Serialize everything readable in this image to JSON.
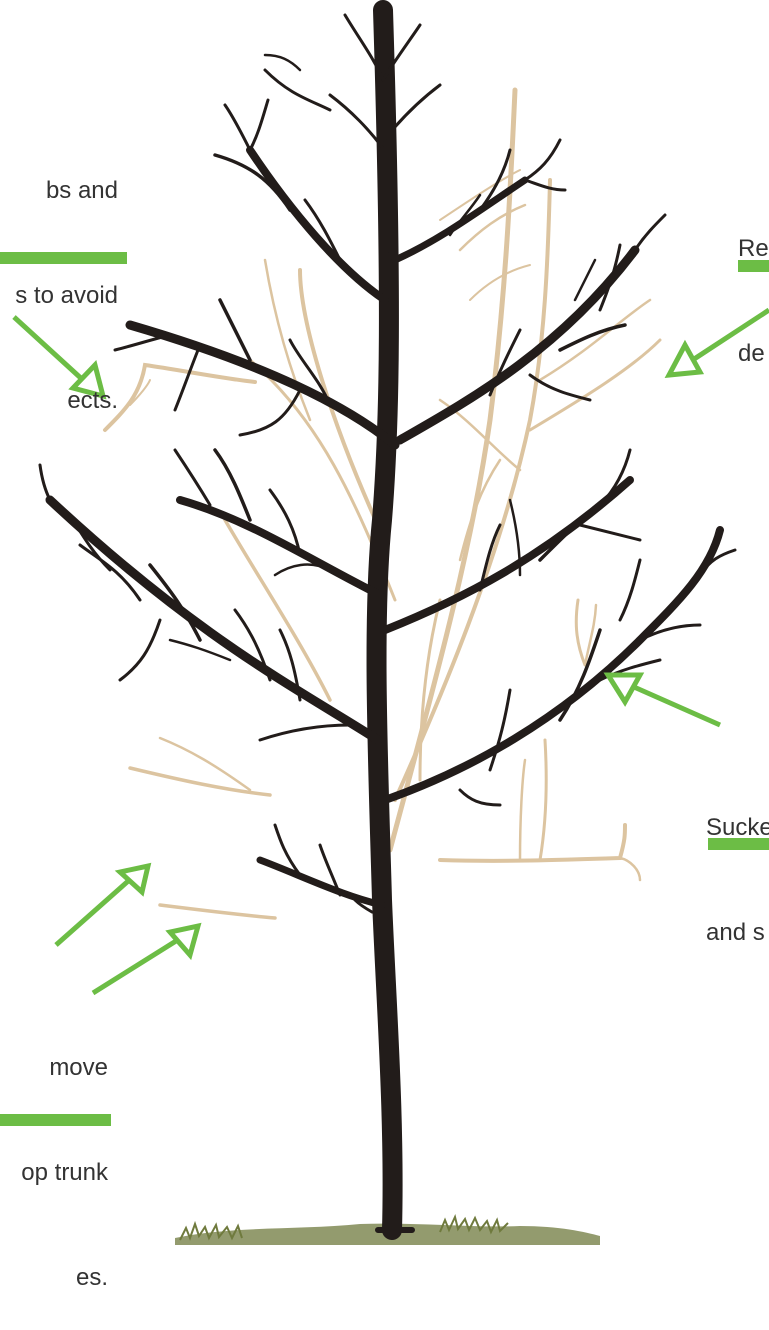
{
  "colors": {
    "accent": "#6cbd45",
    "trunk": "#221c1a",
    "pruned": "#dcc4a0",
    "grass": "#6f7a3d",
    "text": "#333333"
  },
  "labels": {
    "topleft": [
      "bs and",
      "s to avoid",
      "ects."
    ],
    "topright": [
      "Re",
      "de"
    ],
    "midright": [
      "Sucke",
      "and s"
    ],
    "bottomleft": [
      "move",
      "op trunk",
      "es."
    ]
  },
  "icons": {
    "arrows": "hollow-triangle-arrow-icon",
    "tree": "tree-icon",
    "grass": "grass-icon"
  }
}
